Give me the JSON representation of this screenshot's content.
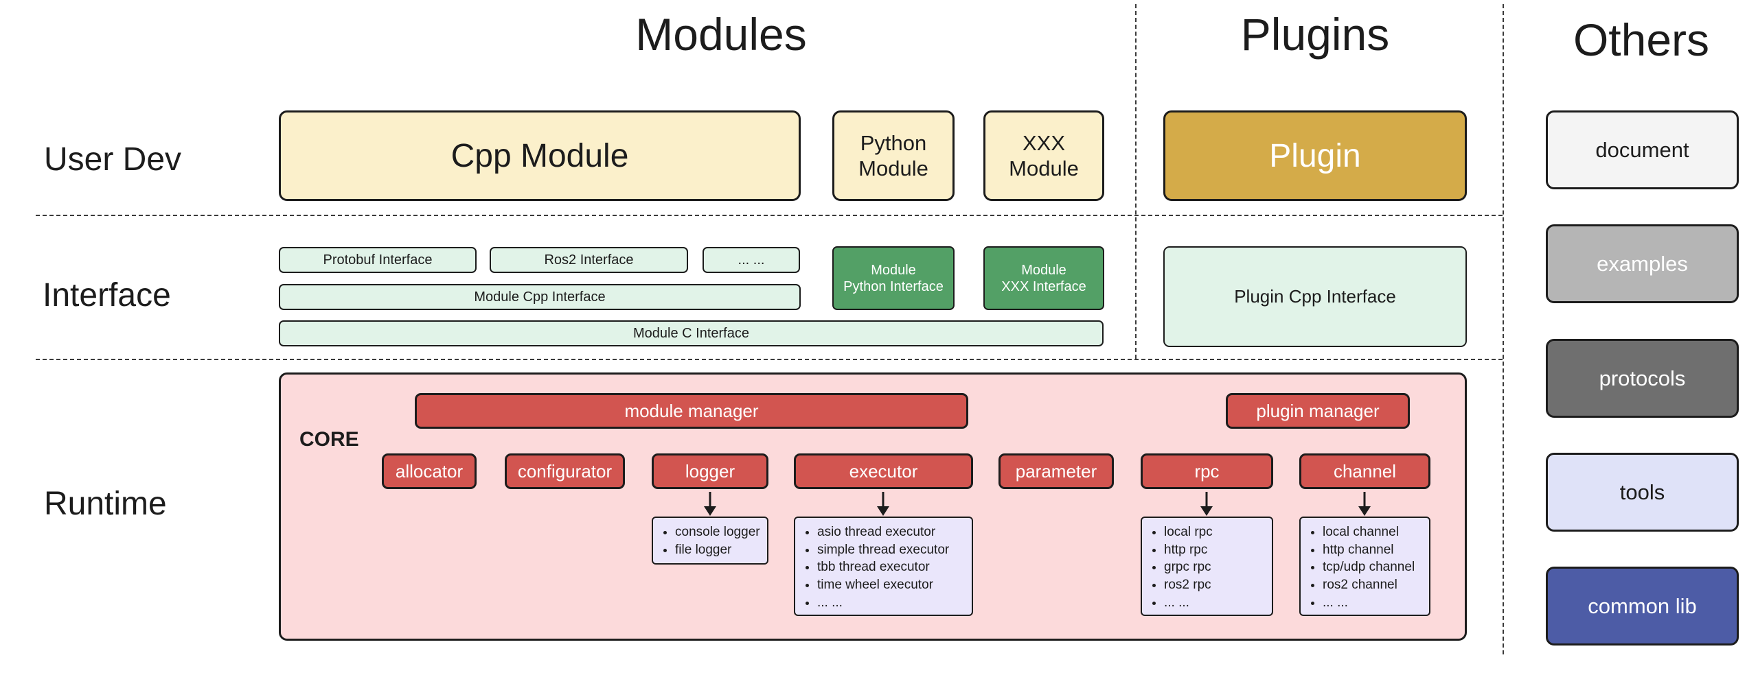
{
  "sections": {
    "modules": "Modules",
    "plugins": "Plugins",
    "others": "Others"
  },
  "row_labels": {
    "user_dev": "User Dev",
    "interface": "Interface",
    "runtime": "Runtime"
  },
  "user_dev": {
    "cpp_module": "Cpp Module",
    "python_module": {
      "line1": "Python",
      "line2": "Module"
    },
    "xxx_module": {
      "line1": "XXX",
      "line2": "Module"
    },
    "plugin": "Plugin"
  },
  "interface": {
    "protobuf": "Protobuf Interface",
    "ros2": "Ros2 Interface",
    "ellipsis": "... ...",
    "module_cpp": "Module Cpp Interface",
    "module_c": "Module C Interface",
    "module_python": {
      "line1": "Module",
      "line2": "Python Interface"
    },
    "module_xxx": {
      "line1": "Module",
      "line2": "XXX Interface"
    },
    "plugin_cpp": "Plugin Cpp Interface"
  },
  "others": {
    "items": [
      "document",
      "examples",
      "protocols",
      "tools",
      "common lib"
    ]
  },
  "runtime": {
    "core_label": "CORE",
    "module_manager": "module manager",
    "plugin_manager": "plugin manager",
    "components": [
      "allocator",
      "configurator",
      "logger",
      "executor",
      "parameter",
      "rpc",
      "channel"
    ],
    "logger_items": [
      "console logger",
      "file logger"
    ],
    "executor_items": [
      "asio thread executor",
      "simple thread executor",
      "tbb thread executor",
      "time wheel executor",
      "... ..."
    ],
    "rpc_items": [
      "local rpc",
      "http rpc",
      "grpc rpc",
      "ros2 rpc",
      "... ..."
    ],
    "channel_items": [
      "local channel",
      "http channel",
      "tcp/udp channel",
      "ros2 channel",
      "... ..."
    ]
  },
  "colors": {
    "module_box": "#fbf0cb",
    "plugin_box": "#d4ab49",
    "interface_light": "#e1f3e8",
    "interface_dark": "#53a066",
    "core_bg": "#fcdadb",
    "component_red": "#d25550",
    "impl_list": "#eae6fb",
    "others_document": "#f4f4f4",
    "others_examples": "#b5b5b5",
    "others_protocols": "#6f6f6f",
    "others_tools": "#dfe2f8",
    "others_common_lib": "#4d5ca6"
  }
}
